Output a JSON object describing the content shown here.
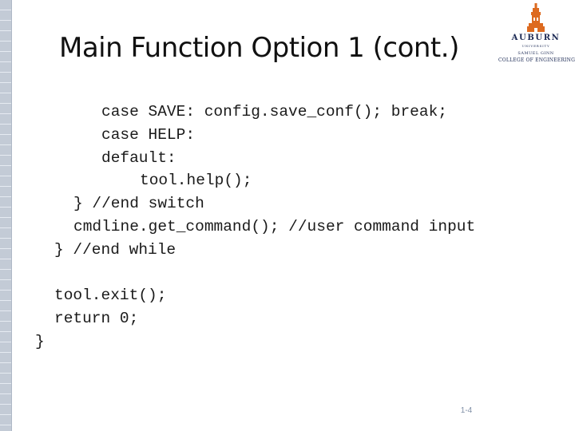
{
  "slide": {
    "title": "Main Function Option 1 (cont.)",
    "page_number": "1-4"
  },
  "logo": {
    "main": "AUBURN",
    "sub": "UNIVERSITY",
    "line1": "SAMUEL GINN",
    "line2": "COLLEGE OF ENGINEERING"
  },
  "code_lines": [
    "case SAVE: config.save_conf(); break;",
    "case HELP:",
    "default:",
    "tool.help();",
    "} //end switch",
    "cmdline.get_command(); //user command input",
    "} //end while",
    "tool.exit();",
    "return 0;",
    "}"
  ],
  "colors": {
    "logo_orange": "#dd6a1f",
    "logo_navy": "#1c2a55",
    "sidebar": "#c3cbd6"
  }
}
